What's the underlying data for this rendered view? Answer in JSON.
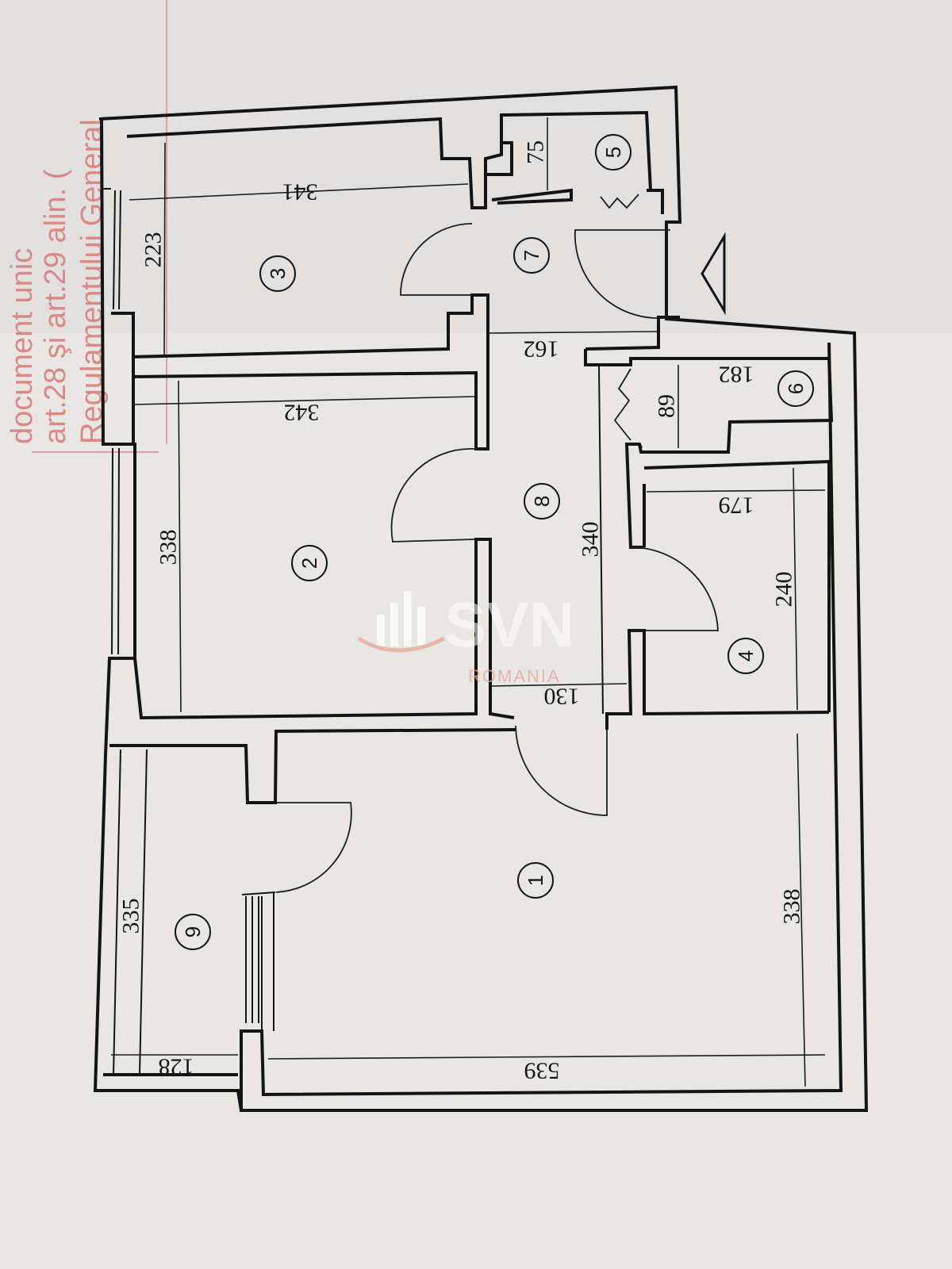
{
  "stamp_text": {
    "line1": "document unic",
    "line2": "art.28 şi art.29 alin. (",
    "line3": "Regulamentului General"
  },
  "watermark": {
    "brand": "SVN",
    "sub": "ROMANIA"
  },
  "rooms": [
    {
      "id": "1",
      "label": "1"
    },
    {
      "id": "2",
      "label": "2"
    },
    {
      "id": "3",
      "label": "3"
    },
    {
      "id": "4",
      "label": "4"
    },
    {
      "id": "5",
      "label": "5"
    },
    {
      "id": "6",
      "label": "6"
    },
    {
      "id": "7",
      "label": "7"
    },
    {
      "id": "8",
      "label": "8"
    },
    {
      "id": "9",
      "label": "9"
    }
  ],
  "dimensions": {
    "d341": "341",
    "d223": "223",
    "d75": "75",
    "d162": "162",
    "d342": "342",
    "d338a": "338",
    "d182": "182",
    "d89": "89",
    "d179": "179",
    "d340": "340",
    "d240": "240",
    "d130": "130",
    "d335": "335",
    "d338b": "338",
    "d128": "128",
    "d539": "539"
  },
  "colors": {
    "paper": "#e9e7e4",
    "ink": "#141414",
    "stamp": "#d98a86"
  }
}
